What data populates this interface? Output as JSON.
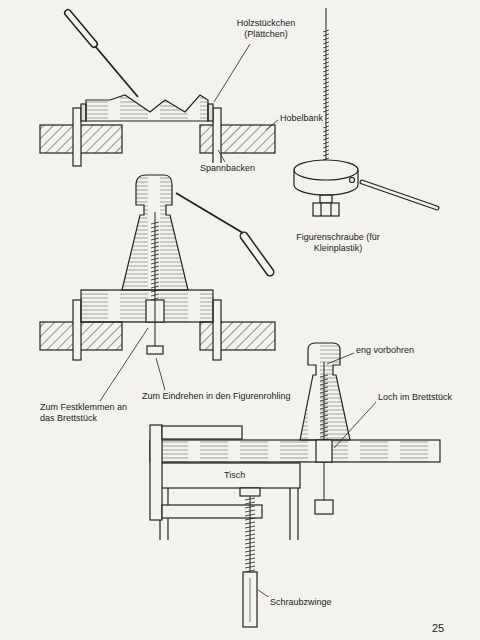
{
  "diagram": {
    "labels": [
      "Holzstückchen (Plättchen)",
      "Hobelbank",
      "Spannbacken",
      "Figurenschraube (für Kleinplastik)",
      "Zum Festklemmen an das Brettstück",
      "Zum Eindrehen in den Figurenrohling",
      "eng vorbohren",
      "Loch im Brettstück",
      "Tisch",
      "Schraubzwinge",
      "25"
    ]
  }
}
